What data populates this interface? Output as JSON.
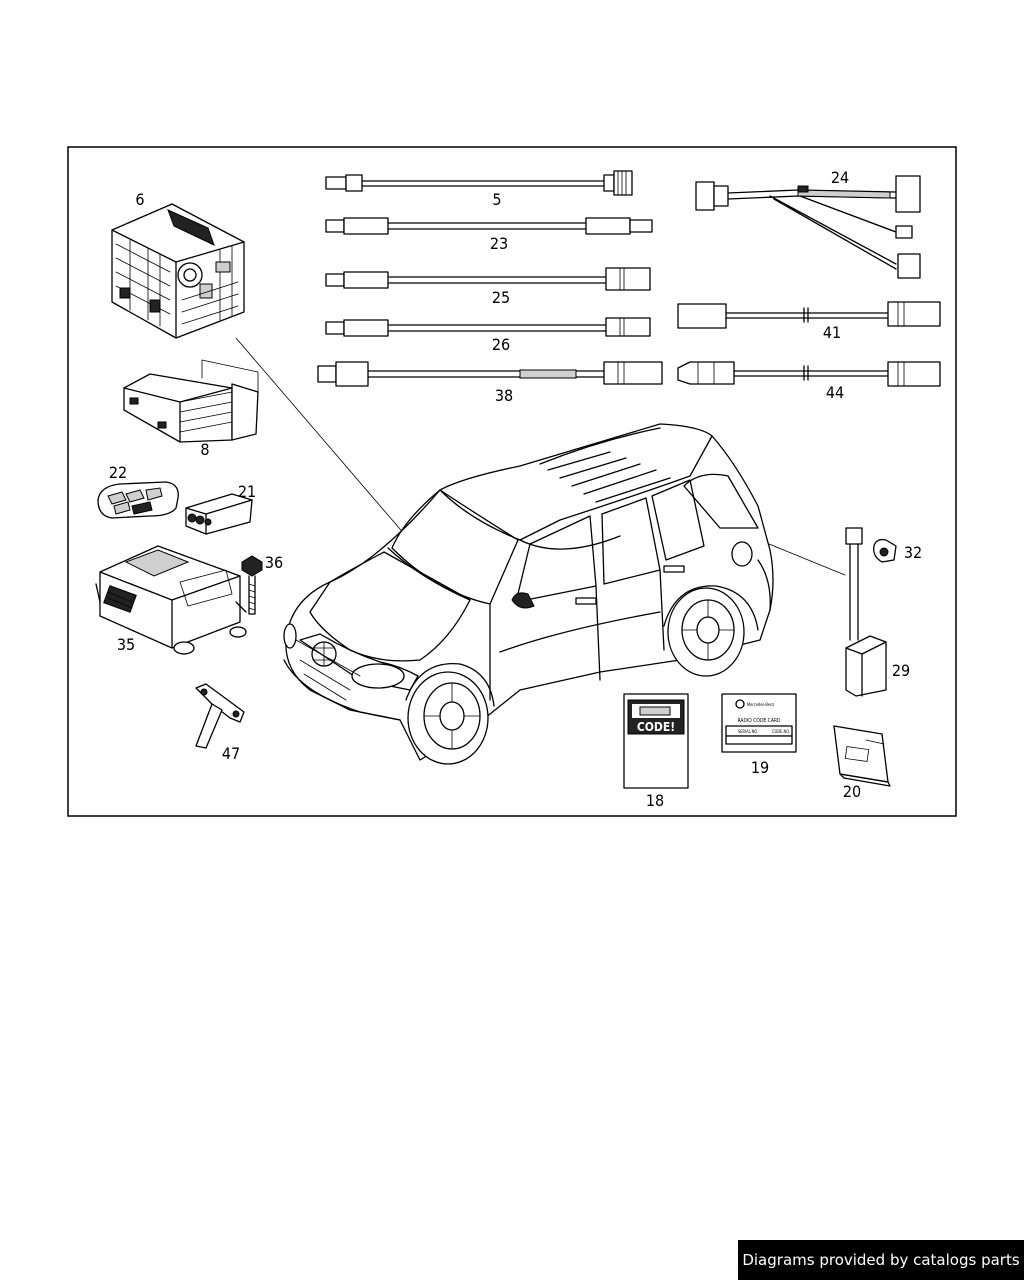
{
  "callouts": {
    "c5": "5",
    "c6": "6",
    "c8": "8",
    "c18": "18",
    "c19": "19",
    "c20": "20",
    "c21": "21",
    "c22": "22",
    "c23": "23",
    "c24": "24",
    "c25": "25",
    "c26": "26",
    "c29": "29",
    "c32": "32",
    "c35": "35",
    "c36": "36",
    "c38": "38",
    "c41": "41",
    "c44": "44",
    "c47": "47"
  },
  "code_booklet": {
    "text": "CODE!"
  },
  "radio_code_card": {
    "brand": "Mercedes-Benz",
    "title": "RADIO CODE CARD",
    "serial_label": "SERIAL NO.",
    "code_label": "CODE NO."
  },
  "footer": {
    "text": "Diagrams provided by catalogs parts"
  }
}
